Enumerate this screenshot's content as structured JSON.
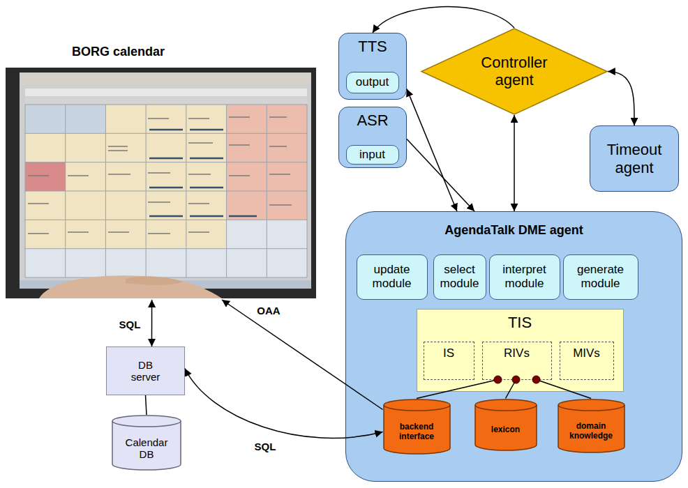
{
  "diagram": {
    "nodes": [
      {
        "text": [
          "BORG calendar"
        ]
      },
      {
        "text": [
          "TTS"
        ]
      },
      {
        "text": [
          "output"
        ],
        "in": 1
      },
      {
        "text": [
          "Controller agent"
        ]
      },
      {
        "text": [
          "Timeout agent"
        ]
      },
      {
        "text": [
          "ASR"
        ]
      },
      {
        "text": [
          "input"
        ],
        "in": 5
      },
      {
        "text": [
          "AgendaTalk DME agent"
        ]
      },
      {
        "text": [
          "update module"
        ],
        "in": 7
      },
      {
        "text": [
          "select module"
        ],
        "in": 7
      },
      {
        "text": [
          "interpret module"
        ],
        "in": 7
      },
      {
        "text": [
          "generate module"
        ],
        "in": 7
      },
      {
        "text": [
          "TIS"
        ],
        "in": 7
      },
      {
        "text": [
          "IS"
        ],
        "in": 12
      },
      {
        "text": [
          "RIVs"
        ],
        "in": 12
      },
      {
        "text": [
          "MIVs"
        ],
        "in": 12
      },
      {
        "text": [
          "backend interface"
        ],
        "in": 7
      },
      {
        "text": [
          "lexicon"
        ],
        "in": 7
      },
      {
        "text": [
          "domain knowledge"
        ],
        "in": 7
      },
      {
        "text": [
          "DB server"
        ]
      },
      {
        "text": [
          "Calendar DB"
        ]
      }
    ],
    "edges": [
      {
        "from": 3,
        "to": 1,
        "arrow": "to"
      },
      {
        "from": 3,
        "to": 4,
        "arrow": "both"
      },
      {
        "from": 3,
        "to": 7,
        "arrow": "both"
      },
      {
        "from": 1,
        "to": 7,
        "arrow": "both"
      },
      {
        "from": 5,
        "to": 7,
        "arrow": "to"
      },
      {
        "from": 16,
        "to": 0,
        "label": "OAA",
        "arrow": "to"
      },
      {
        "from": 16,
        "to": 19,
        "label": "SQL",
        "arrow": "both"
      },
      {
        "from": 0,
        "to": 19,
        "label": "SQL",
        "arrow": "both"
      },
      {
        "from": 19,
        "to": 20,
        "arrow": "none"
      },
      {
        "from": 16,
        "to": 14,
        "arrow": "none"
      },
      {
        "from": 17,
        "to": 14,
        "arrow": "none"
      },
      {
        "from": 18,
        "to": 14,
        "arrow": "none"
      }
    ]
  }
}
